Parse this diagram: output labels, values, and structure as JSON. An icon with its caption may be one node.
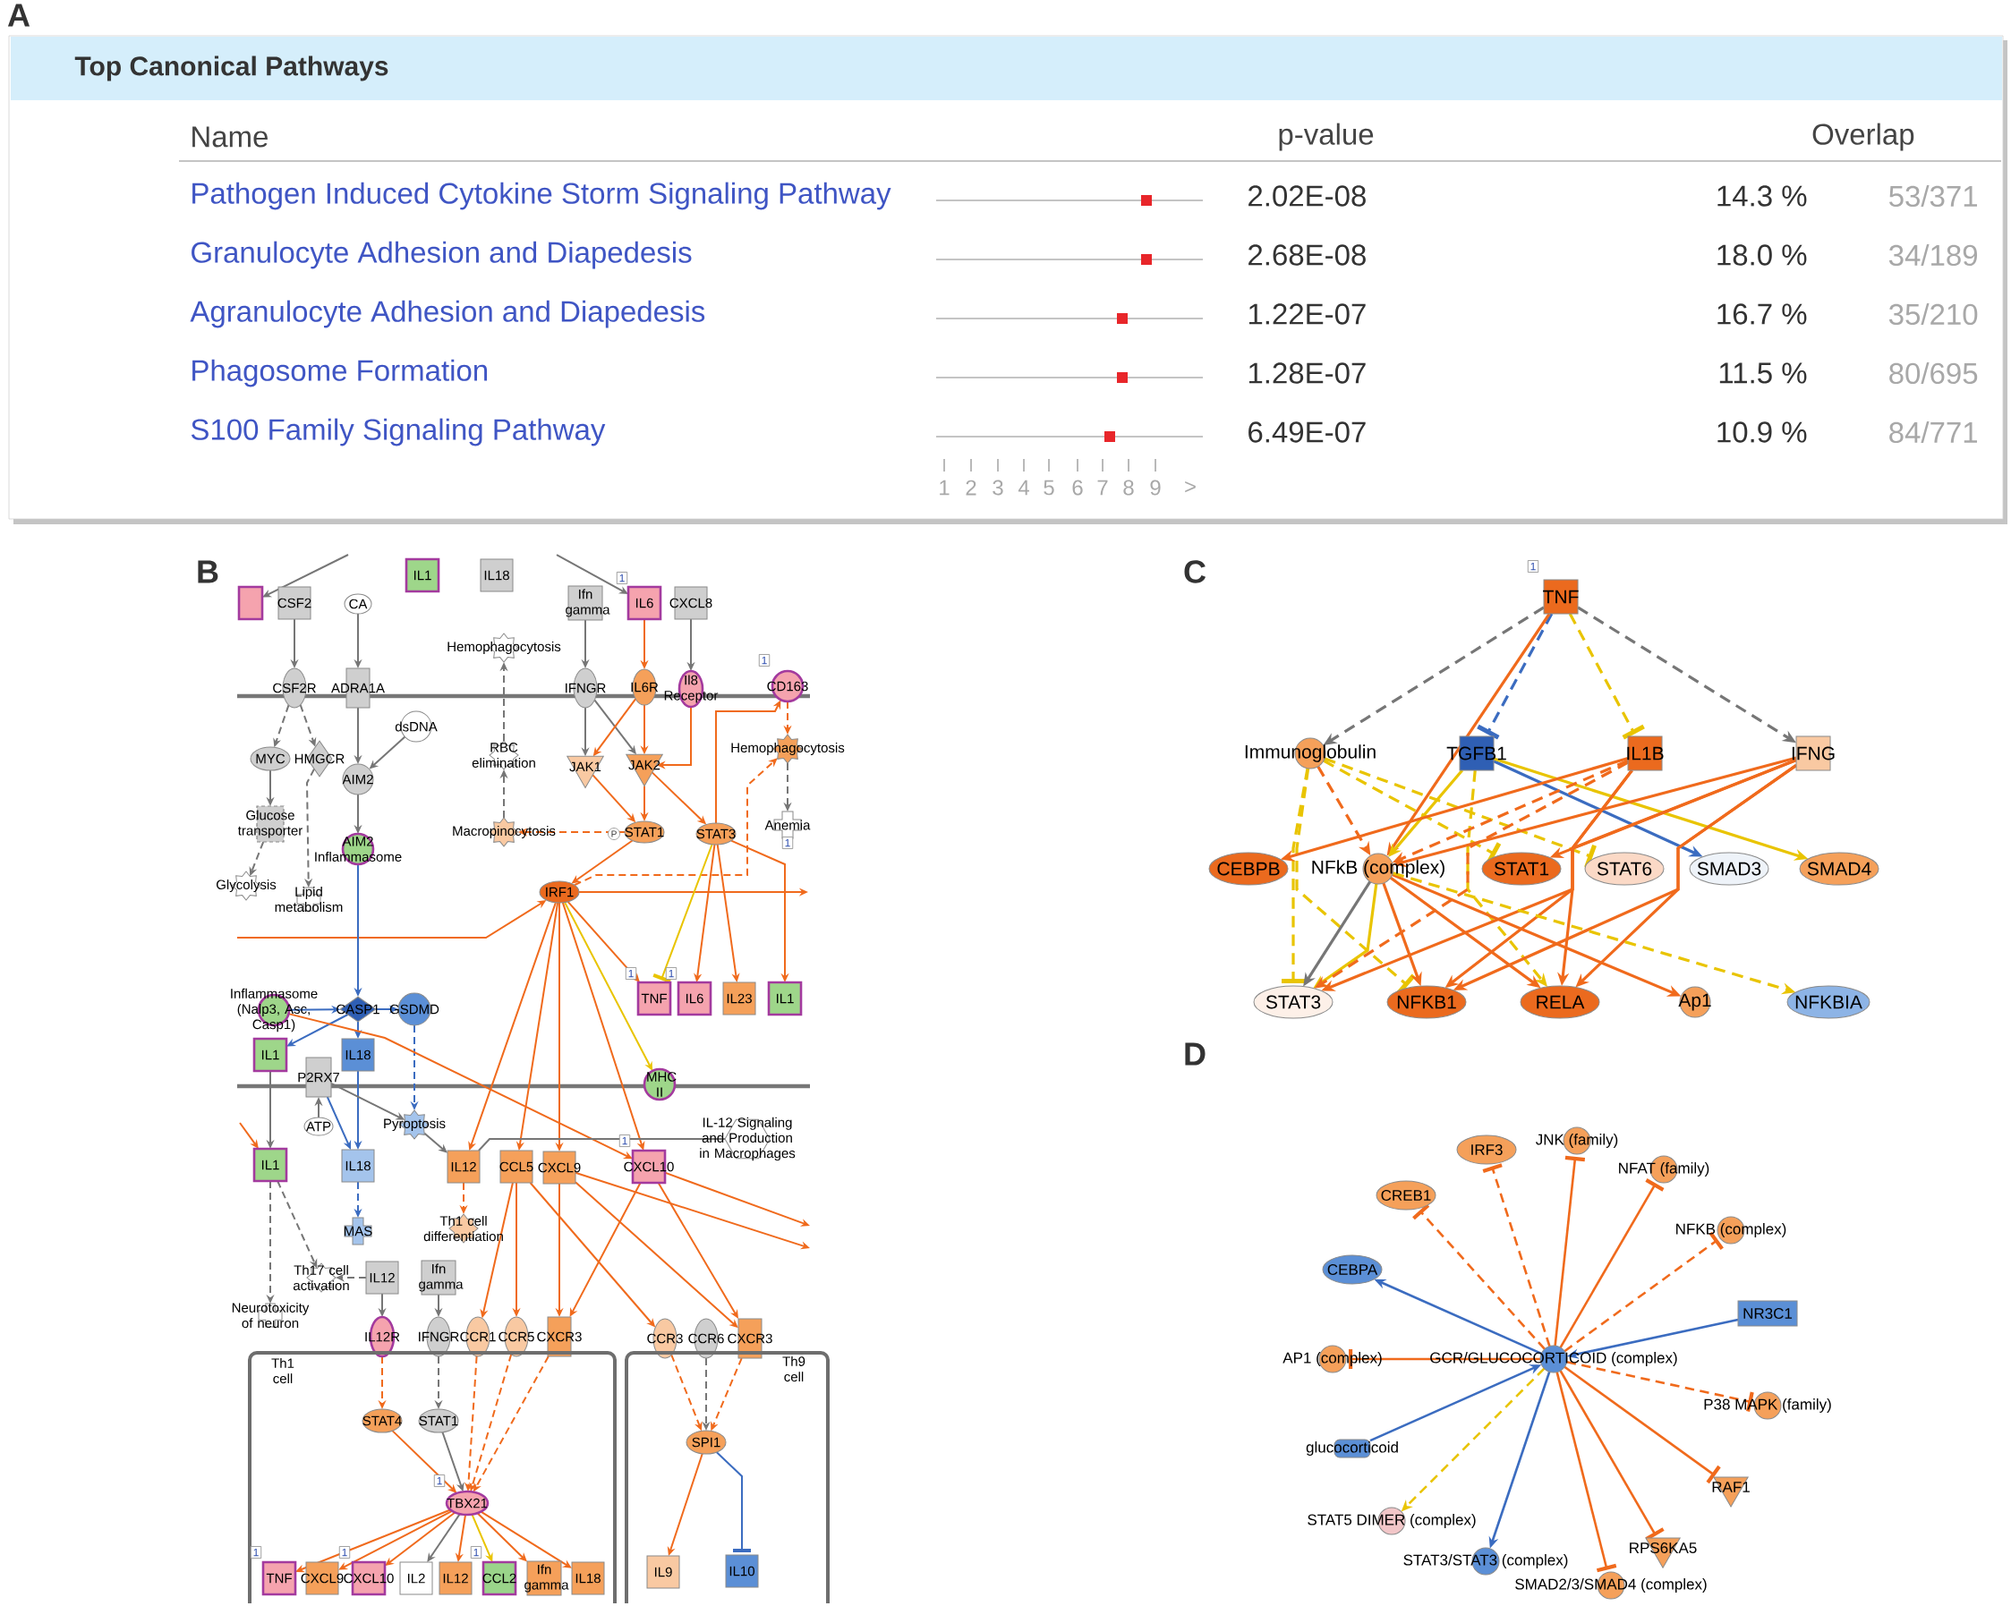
{
  "diagram": {
    "nodes": [
      {
        "text": [
          "Top Canonical Pathways"
        ]
      },
      {
        "text": [],
        "shape": "box"
      },
      {
        "text": [
          "IL1"
        ]
      },
      {
        "text": [
          "IL18"
        ]
      },
      {
        "text": [
          "CSF2"
        ]
      },
      {
        "text": [
          "CA"
        ]
      },
      {
        "text": [
          "Ifn gamma"
        ]
      },
      {
        "text": [
          "IL6"
        ]
      },
      {
        "text": [
          "CXCL8"
        ]
      },
      {
        "text": [
          "Hemophagocytosis"
        ]
      },
      {
        "text": [
          "CSF2R"
        ]
      },
      {
        "text": [
          "ADRA1A"
        ]
      },
      {
        "text": [
          "IFNGR"
        ]
      },
      {
        "text": [
          "IL6R"
        ]
      },
      {
        "text": [
          "Il8 Receptor"
        ]
      },
      {
        "text": [
          "CD163"
        ]
      },
      {
        "text": [
          "dsDNA"
        ]
      },
      {
        "text": [
          "MYC"
        ]
      },
      {
        "text": [
          "HMGCR"
        ]
      },
      {
        "text": [
          "AIM2"
        ]
      },
      {
        "text": [
          "RBC elimination"
        ]
      },
      {
        "text": [
          "JAK1"
        ]
      },
      {
        "text": [
          "JAK2"
        ]
      },
      {
        "text": [
          "Hemophagocytosis"
        ]
      },
      {
        "text": [
          "Glucose transporter"
        ]
      },
      {
        "text": [
          "Macropinocytosis"
        ]
      },
      {
        "text": [
          "STAT1"
        ]
      },
      {
        "text": [
          "STAT3"
        ]
      },
      {
        "text": [
          "Anemia"
        ]
      },
      {
        "text": [
          "AIM2 Inflammasome"
        ]
      },
      {
        "text": [
          "Glycolysis"
        ]
      },
      {
        "text": [
          "Lipid metabolism"
        ]
      },
      {
        "text": [
          "IRF1"
        ]
      },
      {
        "text": [
          "Inflammasome (Nalp3, Asc, Casp1)"
        ]
      },
      {
        "text": [
          "CASP1"
        ]
      },
      {
        "text": [
          "GSDMD"
        ]
      },
      {
        "text": [
          "TNF"
        ]
      },
      {
        "text": [
          "IL6"
        ]
      },
      {
        "text": [
          "IL23"
        ]
      },
      {
        "text": [
          "IL1"
        ]
      },
      {
        "text": [
          "IL1"
        ]
      },
      {
        "text": [
          "IL18"
        ]
      },
      {
        "text": [
          "P2RX7"
        ]
      },
      {
        "text": [
          "MHC II"
        ]
      },
      {
        "text": [
          "ATP"
        ]
      },
      {
        "text": [
          "Pyroptosis"
        ]
      },
      {
        "text": [
          "IL-12 Signaling and Production in Macrophages"
        ]
      },
      {
        "text": [
          "IL1"
        ]
      },
      {
        "text": [
          "IL18"
        ]
      },
      {
        "text": [
          "IL12"
        ]
      },
      {
        "text": [
          "CCL5"
        ]
      },
      {
        "text": [
          "CXCL9"
        ]
      },
      {
        "text": [
          "CXCL10"
        ]
      },
      {
        "text": [
          "Th1 cell differentiation"
        ]
      },
      {
        "text": [
          "MAS"
        ]
      },
      {
        "text": [
          "Th17 cell activation"
        ]
      },
      {
        "text": [
          "IL12"
        ]
      },
      {
        "text": [
          "Ifn gamma"
        ]
      },
      {
        "text": [
          "Neurotoxicity of neuron"
        ]
      },
      {
        "text": [
          "IL12R"
        ]
      },
      {
        "text": [
          "IFNGR"
        ]
      },
      {
        "text": [
          "CCR1"
        ]
      },
      {
        "text": [
          "CCR5"
        ]
      },
      {
        "text": [
          "CXCR3"
        ]
      },
      {
        "text": [
          "CCR3"
        ]
      },
      {
        "text": [
          "CCR6"
        ]
      },
      {
        "text": [
          "CXCR3"
        ]
      },
      {
        "text": [
          "Th1 cell"
        ]
      },
      {
        "text": [
          "STAT4"
        ],
        "in": 67
      },
      {
        "text": [
          "STAT1"
        ],
        "in": 67
      },
      {
        "text": [
          "TBX21"
        ],
        "in": 67
      },
      {
        "text": [
          "TNF"
        ],
        "in": 67
      },
      {
        "text": [
          "CXCL9"
        ],
        "in": 67
      },
      {
        "text": [
          "CXCL10"
        ],
        "in": 67
      },
      {
        "text": [
          "IL2"
        ],
        "in": 67
      },
      {
        "text": [
          "IL12"
        ],
        "in": 67
      },
      {
        "text": [
          "CCL2"
        ],
        "in": 67
      },
      {
        "text": [
          "Ifn gamma"
        ],
        "in": 67
      },
      {
        "text": [
          "IL18"
        ],
        "in": 67
      },
      {
        "text": [
          "Th9 cell"
        ]
      },
      {
        "text": [
          "SPI1"
        ],
        "in": 79
      },
      {
        "text": [
          "IL9"
        ],
        "in": 79
      },
      {
        "text": [
          "IL10"
        ],
        "in": 79
      },
      {
        "text": [
          "TNF"
        ]
      },
      {
        "text": [
          "Immunoglobulin"
        ]
      },
      {
        "text": [
          "TGFB1"
        ]
      },
      {
        "text": [
          "IL1B"
        ]
      },
      {
        "text": [
          "IFNG"
        ]
      },
      {
        "text": [
          "CEBPB"
        ]
      },
      {
        "text": [
          "NFkB (complex)"
        ]
      },
      {
        "text": [
          "STAT1"
        ]
      },
      {
        "text": [
          "STAT6"
        ]
      },
      {
        "text": [
          "SMAD3"
        ]
      },
      {
        "text": [
          "SMAD4"
        ]
      },
      {
        "text": [
          "STAT3"
        ]
      },
      {
        "text": [
          "NFKB1"
        ]
      },
      {
        "text": [
          "RELA"
        ]
      },
      {
        "text": [
          "Ap1"
        ]
      },
      {
        "text": [
          "NFKBIA"
        ]
      },
      {
        "text": [
          "GCR/GLUCOCORTICOID (complex)"
        ]
      },
      {
        "text": [
          "IRF3"
        ]
      },
      {
        "text": [
          "JNK (family)"
        ]
      },
      {
        "text": [
          "NFAT (family)"
        ]
      },
      {
        "text": [
          "CREB1"
        ]
      },
      {
        "text": [
          "NFKB (complex)"
        ]
      },
      {
        "text": [
          "CEBPA"
        ]
      },
      {
        "text": [
          "NR3C1"
        ]
      },
      {
        "text": [
          "AP1 (complex)"
        ]
      },
      {
        "text": [
          "P38 MAPK (family)"
        ]
      },
      {
        "text": [
          "glucocorticoid"
        ]
      },
      {
        "text": [
          "RAF1"
        ]
      },
      {
        "text": [
          "STAT5 DIMER (complex)"
        ]
      },
      {
        "text": [
          "RPS6KA5"
        ]
      },
      {
        "text": [
          "STAT3/STAT3 (complex)"
        ]
      },
      {
        "text": [
          "SMAD2/3/SMAD4 (complex)"
        ]
      }
    ],
    "edges": [
      {
        "from": null,
        "to": 1,
        "arrow": "to",
        "color": "#767676"
      },
      {
        "from": null,
        "to": 7,
        "arrow": "to",
        "color": "#767676"
      },
      {
        "from": 4,
        "to": 10,
        "arrow": "to",
        "color": "#767676"
      },
      {
        "from": 5,
        "to": 11,
        "arrow": "to",
        "color": "#767676"
      },
      {
        "from": 6,
        "to": 12,
        "arrow": "to",
        "color": "#767676"
      },
      {
        "from": 7,
        "to": 13,
        "arrow": "to"
      },
      {
        "from": 8,
        "to": 14,
        "arrow": "to",
        "color": "#767676"
      },
      {
        "from": 10,
        "to": 17,
        "arrow": "to",
        "style": "dashed",
        "color": "#767676"
      },
      {
        "from": 10,
        "to": 18,
        "arrow": "to",
        "style": "dashed",
        "color": "#767676"
      },
      {
        "from": 11,
        "to": 19,
        "arrow": "to",
        "color": "#767676"
      },
      {
        "from": 16,
        "to": 19,
        "arrow": "to",
        "color": "#767676"
      },
      {
        "from": 12,
        "to": 21,
        "arrow": "to",
        "color": "#767676"
      },
      {
        "from": 12,
        "to": 22,
        "arrow": "to",
        "color": "#767676"
      },
      {
        "from": 13,
        "to": 21,
        "arrow": "to"
      },
      {
        "from": 13,
        "to": 22,
        "arrow": "to"
      },
      {
        "from": 14,
        "to": 22,
        "arrow": "to"
      },
      {
        "from": 20,
        "to": 9,
        "arrow": "to",
        "style": "dashed",
        "color": "#767676"
      },
      {
        "from": 25,
        "to": 20,
        "arrow": "to",
        "style": "dashed",
        "color": "#767676"
      },
      {
        "from": 21,
        "to": 26,
        "arrow": "to"
      },
      {
        "from": 22,
        "to": 26,
        "arrow": "to"
      },
      {
        "from": 22,
        "to": 27,
        "arrow": "to"
      },
      {
        "from": 26,
        "to": 25,
        "arrow": "to",
        "style": "dashed"
      },
      {
        "from": 27,
        "to": 15,
        "arrow": "to"
      },
      {
        "from": 15,
        "to": 23,
        "arrow": "to",
        "style": "dashed"
      },
      {
        "from": 32,
        "to": 23,
        "arrow": "to",
        "style": "dashed"
      },
      {
        "from": 23,
        "to": 28,
        "arrow": "to",
        "style": "dashed",
        "color": "#767676"
      },
      {
        "from": 17,
        "to": 24,
        "arrow": "to",
        "color": "#767676"
      },
      {
        "from": 24,
        "to": 30,
        "arrow": "to",
        "style": "dashed",
        "color": "#767676"
      },
      {
        "from": 18,
        "to": 31,
        "arrow": "to",
        "style": "dashed",
        "color": "#767676"
      },
      {
        "from": 19,
        "to": 29,
        "arrow": "to",
        "color": "#767676"
      },
      {
        "from": 26,
        "to": 32,
        "arrow": "to"
      },
      {
        "from": 32,
        "to": null,
        "arrow": "to"
      },
      {
        "from": null,
        "to": 32,
        "arrow": "to"
      },
      {
        "from": 29,
        "to": 34,
        "arrow": "to",
        "color": "#3b6cc0"
      },
      {
        "from": 27,
        "to": 36,
        "arrow": "other",
        "color": "#e9c400"
      },
      {
        "from": 27,
        "to": 37,
        "arrow": "to"
      },
      {
        "from": 27,
        "to": 38,
        "arrow": "to"
      },
      {
        "from": 27,
        "to": 39,
        "arrow": "to"
      },
      {
        "from": 32,
        "to": 36,
        "arrow": "to"
      },
      {
        "from": 32,
        "to": 43,
        "arrow": "to",
        "color": "#e9c400"
      },
      {
        "from": 32,
        "to": 49,
        "arrow": "to"
      },
      {
        "from": 32,
        "to": 50,
        "arrow": "to"
      },
      {
        "from": 32,
        "to": 51,
        "arrow": "to"
      },
      {
        "from": 32,
        "to": 52,
        "arrow": "to"
      },
      {
        "from": 33,
        "to": 34,
        "arrow": "to",
        "color": "#3b6cc0"
      },
      {
        "from": 34,
        "to": 35,
        "arrow": "to",
        "color": "#3b6cc0"
      },
      {
        "from": 34,
        "to": 41,
        "arrow": "to",
        "color": "#3b6cc0"
      },
      {
        "from": 34,
        "to": 40,
        "arrow": "to",
        "color": "#3b6cc0"
      },
      {
        "from": 35,
        "to": 45,
        "arrow": "to",
        "style": "dashed",
        "color": "#3b6cc0"
      },
      {
        "from": 41,
        "to": 48,
        "arrow": "to",
        "color": "#3b6cc0"
      },
      {
        "from": 48,
        "to": 54,
        "arrow": "to",
        "style": "dashed",
        "color": "#3b6cc0"
      },
      {
        "from": 44,
        "to": 42,
        "arrow": "to",
        "color": "#767676"
      },
      {
        "from": 42,
        "to": 48,
        "arrow": "to",
        "color": "#3b6cc0"
      },
      {
        "from": 42,
        "to": 45,
        "arrow": "to",
        "color": "#767676"
      },
      {
        "from": 45,
        "to": 49,
        "arrow": "to",
        "color": "#767676"
      },
      {
        "from": 40,
        "to": 47,
        "arrow": "to",
        "color": "#767676"
      },
      {
        "from": 33,
        "to": 52,
        "arrow": "to"
      },
      {
        "from": null,
        "to": 47,
        "arrow": "to"
      },
      {
        "from": 47,
        "to": 58,
        "arrow": "to",
        "style": "dashed",
        "color": "#767676"
      },
      {
        "from": 47,
        "to": 55,
        "arrow": "to",
        "style": "dashed",
        "color": "#767676"
      },
      {
        "from": 56,
        "to": 55,
        "arrow": "to",
        "style": "dashed",
        "color": "#767676"
      },
      {
        "from": 49,
        "to": 53,
        "arrow": "to",
        "style": "dashed"
      },
      {
        "from": 49,
        "to": 46,
        "arrow": "none",
        "color": "#767676"
      },
      {
        "from": 50,
        "to": 61,
        "arrow": "to"
      },
      {
        "from": 50,
        "to": 62,
        "arrow": "to"
      },
      {
        "from": 50,
        "to": 64,
        "arrow": "to"
      },
      {
        "from": 51,
        "to": 63,
        "arrow": "to"
      },
      {
        "from": 51,
        "to": 66,
        "arrow": "to"
      },
      {
        "from": 51,
        "to": null,
        "arrow": "to"
      },
      {
        "from": 52,
        "to": 63,
        "arrow": "to"
      },
      {
        "from": 52,
        "to": 66,
        "arrow": "to"
      },
      {
        "from": 52,
        "to": null,
        "arrow": "to"
      },
      {
        "from": 56,
        "to": 59,
        "arrow": "to",
        "color": "#767676"
      },
      {
        "from": 57,
        "to": 60,
        "arrow": "to",
        "color": "#767676"
      },
      {
        "from": 59,
        "to": 68,
        "arrow": "to",
        "style": "dashed"
      },
      {
        "from": 60,
        "to": 69,
        "arrow": "to",
        "style": "dashed",
        "color": "#767676"
      },
      {
        "from": 61,
        "to": 70,
        "arrow": "to",
        "style": "dashed"
      },
      {
        "from": 62,
        "to": 70,
        "arrow": "to",
        "style": "dashed"
      },
      {
        "from": 63,
        "to": 70,
        "arrow": "to",
        "style": "dashed"
      },
      {
        "from": 68,
        "to": 70,
        "arrow": "to"
      },
      {
        "from": 69,
        "to": 70,
        "arrow": "to",
        "color": "#767676"
      },
      {
        "from": 70,
        "to": 71,
        "arrow": "to"
      },
      {
        "from": 70,
        "to": 72,
        "arrow": "to"
      },
      {
        "from": 70,
        "to": 73,
        "arrow": "to"
      },
      {
        "from": 70,
        "to": 74,
        "arrow": "to",
        "color": "#767676"
      },
      {
        "from": 70,
        "to": 75,
        "arrow": "to"
      },
      {
        "from": 70,
        "to": 76,
        "arrow": "to",
        "color": "#e9c400"
      },
      {
        "from": 70,
        "to": 77,
        "arrow": "to"
      },
      {
        "from": 70,
        "to": 78,
        "arrow": "to"
      },
      {
        "from": 64,
        "to": 80,
        "arrow": "to",
        "style": "dashed"
      },
      {
        "from": 65,
        "to": 80,
        "arrow": "to",
        "style": "dashed",
        "color": "#767676"
      },
      {
        "from": 66,
        "to": 80,
        "arrow": "to",
        "style": "dashed"
      },
      {
        "from": 80,
        "to": 81,
        "arrow": "to"
      },
      {
        "from": 80,
        "to": 82,
        "arrow": "other",
        "color": "#3b6cc0"
      },
      {
        "from": 83,
        "to": 84,
        "arrow": "to",
        "style": "dashed",
        "color": "#767676"
      },
      {
        "from": 83,
        "to": 87,
        "arrow": "to",
        "style": "dashed",
        "color": "#767676"
      },
      {
        "from": 83,
        "to": 86,
        "arrow": "other",
        "style": "dashed",
        "color": "#e9c400"
      },
      {
        "from": 83,
        "to": 85,
        "arrow": "other",
        "style": "dashed",
        "color": "#3b6cc0"
      },
      {
        "from": 83,
        "to": 89,
        "arrow": "to"
      },
      {
        "from": 85,
        "to": 92,
        "arrow": "to",
        "color": "#3b6cc0"
      },
      {
        "from": 85,
        "to": 93,
        "arrow": "to",
        "color": "#e9c400"
      },
      {
        "from": 85,
        "to": 89,
        "arrow": "to",
        "color": "#e9c400"
      },
      {
        "from": 85,
        "to": 96,
        "arrow": "to",
        "style": "dashed",
        "color": "#e9c400"
      },
      {
        "from": 89,
        "to": 94,
        "arrow": "to",
        "color": "#e9c400"
      },
      {
        "from": 84,
        "to": 94,
        "arrow": "other",
        "style": "dashed",
        "color": "#e9c400"
      },
      {
        "from": 84,
        "to": 95,
        "arrow": "other",
        "style": "dashed",
        "color": "#e9c400"
      },
      {
        "from": 84,
        "to": 89,
        "arrow": "to",
        "style": "dashed"
      },
      {
        "from": 84,
        "to": 90,
        "arrow": "other",
        "style": "dashed",
        "color": "#e9c400"
      },
      {
        "from": 84,
        "to": 91,
        "arrow": "other",
        "style": "dashed",
        "color": "#e9c400"
      },
      {
        "from": 86,
        "to": 88,
        "arrow": "to"
      },
      {
        "from": 86,
        "to": 89,
        "arrow": "to",
        "style": "dashed"
      },
      {
        "from": 86,
        "to": 94,
        "arrow": "to",
        "style": "dashed"
      },
      {
        "from": 86,
        "to": 95,
        "arrow": "to"
      },
      {
        "from": 86,
        "to": 96,
        "arrow": "to"
      },
      {
        "from": 87,
        "to": 89,
        "arrow": "to"
      },
      {
        "from": 87,
        "to": 90,
        "arrow": "to"
      },
      {
        "from": 87,
        "to": 94,
        "arrow": "to"
      },
      {
        "from": 87,
        "to": 95,
        "arrow": "to"
      },
      {
        "from": 87,
        "to": 96,
        "arrow": "to"
      },
      {
        "from": 89,
        "to": 94,
        "arrow": "to",
        "color": "#767676"
      },
      {
        "from": 89,
        "to": 95,
        "arrow": "to"
      },
      {
        "from": 89,
        "to": 96,
        "arrow": "to"
      },
      {
        "from": 89,
        "to": 97,
        "arrow": "to"
      },
      {
        "from": 89,
        "to": 98,
        "arrow": "to",
        "style": "dashed",
        "color": "#e9c400"
      },
      {
        "from": 99,
        "to": 100,
        "arrow": "other",
        "style": "dashed"
      },
      {
        "from": 99,
        "to": 101,
        "arrow": "other"
      },
      {
        "from": 99,
        "to": 102,
        "arrow": "other"
      },
      {
        "from": 99,
        "to": 103,
        "arrow": "other",
        "style": "dashed"
      },
      {
        "from": 99,
        "to": 104,
        "arrow": "other",
        "style": "dashed"
      },
      {
        "from": 99,
        "to": 105,
        "arrow": "to",
        "color": "#3b6cc0"
      },
      {
        "from": 106,
        "to": 99,
        "arrow": "to",
        "color": "#3b6cc0"
      },
      {
        "from": 99,
        "to": 107,
        "arrow": "other"
      },
      {
        "from": 99,
        "to": 108,
        "arrow": "other",
        "style": "dashed"
      },
      {
        "from": 109,
        "to": 99,
        "arrow": "to",
        "color": "#3b6cc0"
      },
      {
        "from": 99,
        "to": 110,
        "arrow": "other"
      },
      {
        "from": 99,
        "to": 111,
        "arrow": "to",
        "style": "dashed",
        "color": "#e9c400"
      },
      {
        "from": 99,
        "to": 112,
        "arrow": "other"
      },
      {
        "from": 99,
        "to": 113,
        "arrow": "to",
        "color": "#3b6cc0"
      },
      {
        "from": 99,
        "to": 114,
        "arrow": "other"
      }
    ],
    "labels": [
      "A",
      "Name",
      "p-value",
      "Overlap",
      "Pathogen Induced Cytokine Storm Signaling Pathway",
      "2.02E-08",
      "14.3 %",
      "53/371",
      "Granulocyte Adhesion and Diapedesis",
      "2.68E-08",
      "18.0 %",
      "34/189",
      "Agranulocyte Adhesion and Diapedesis",
      "1.22E-07",
      "16.7 %",
      "35/210",
      "Phagosome Formation",
      "1.28E-07",
      "11.5 %",
      "80/695",
      "S100 Family Signaling Pathway",
      "6.49E-07",
      "10.9 %",
      "84/771",
      "1",
      "2",
      "3",
      "4",
      "5",
      "6",
      "7",
      "8",
      "9",
      ">",
      "B",
      "1",
      "1",
      "1",
      "1",
      "1",
      "1",
      "1",
      "1",
      "1",
      "1",
      "P",
      "C",
      "1",
      "D"
    ]
  }
}
